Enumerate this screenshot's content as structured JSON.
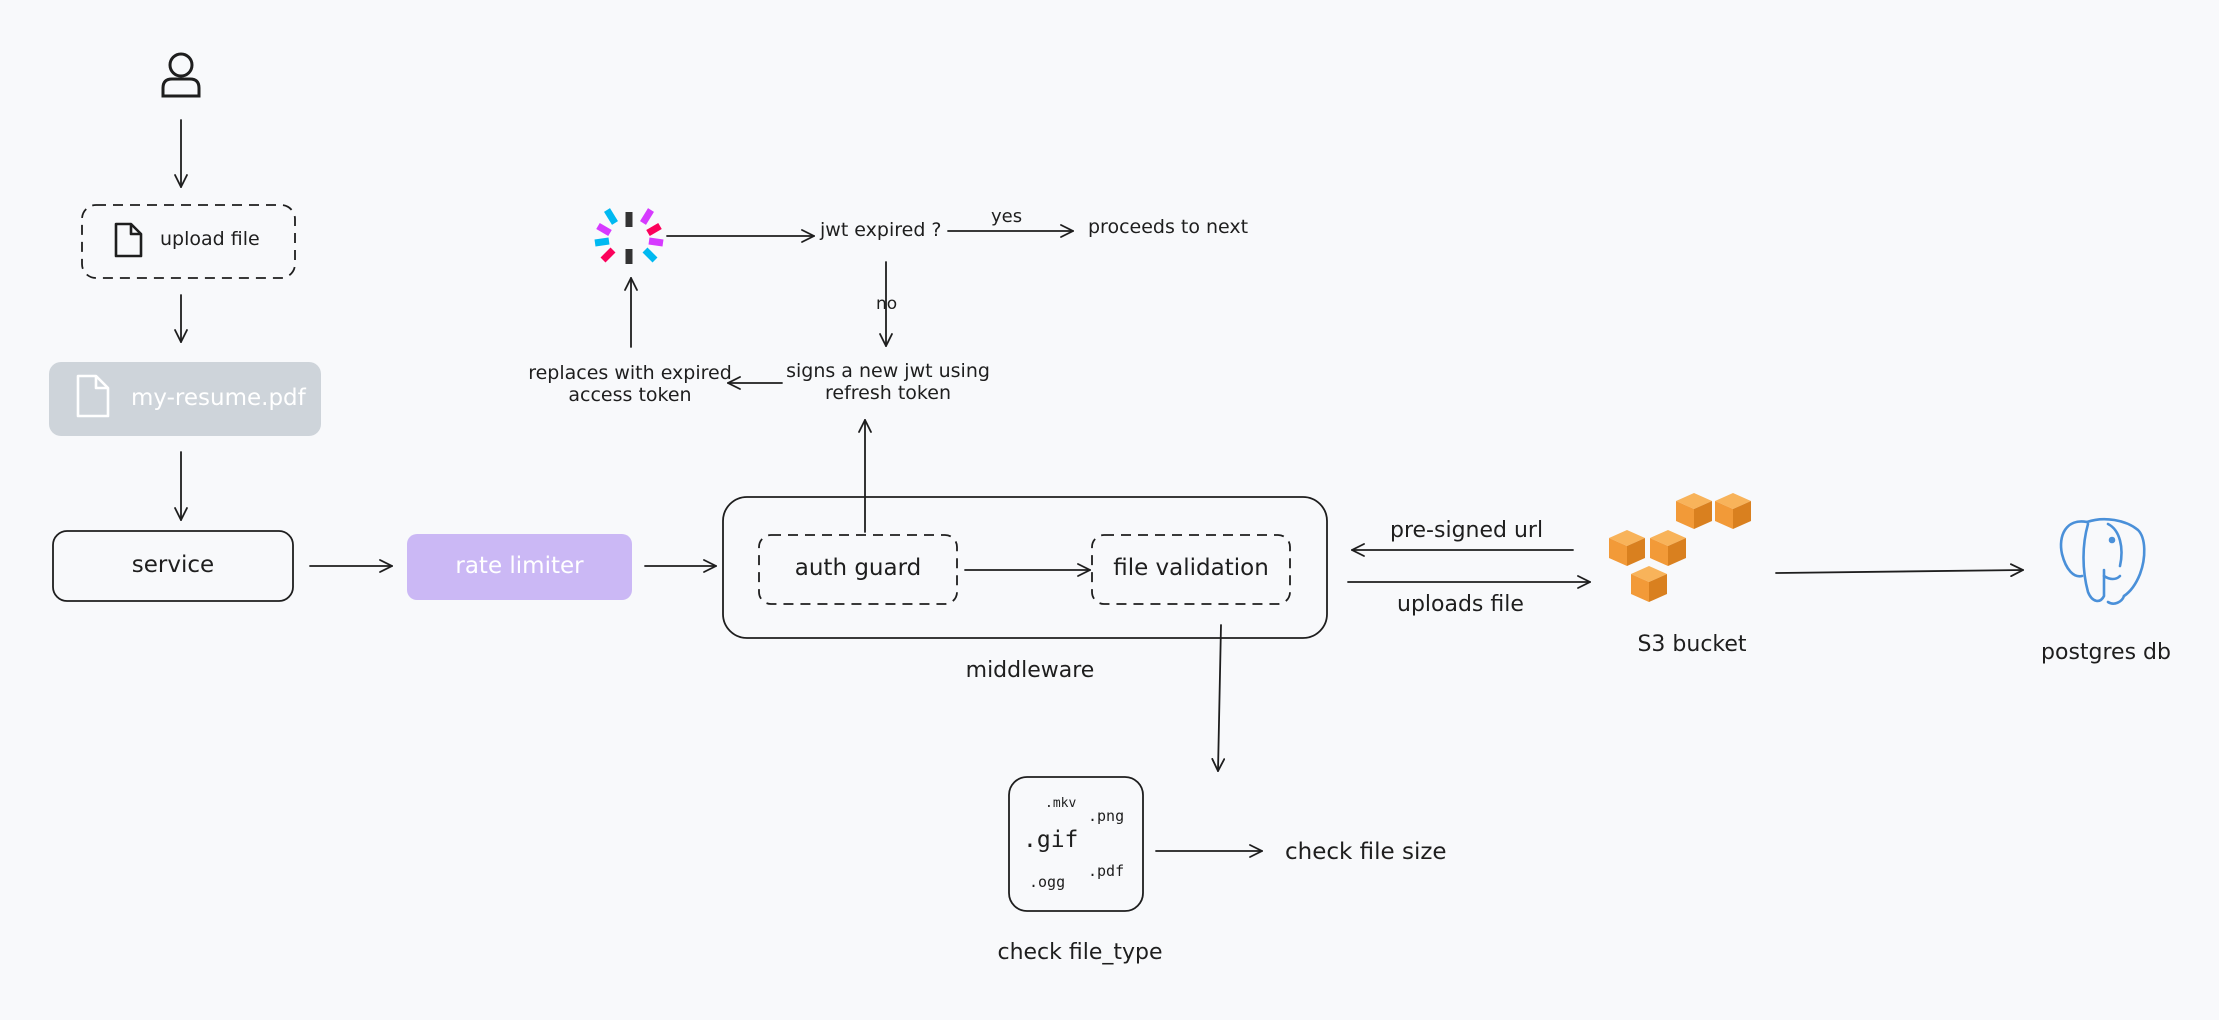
{
  "nodes": {
    "upload_file": "upload file",
    "resume_file": "my-resume.pdf",
    "service": "service",
    "rate_limiter": "rate limiter",
    "auth_guard": "auth guard",
    "file_validation": "file validation",
    "middleware": "middleware",
    "jwt_expired": "jwt expired ?",
    "proceeds": "proceeds to next",
    "signs_line1": "signs a new jwt using",
    "signs_line2": "refresh token",
    "replaces_line1": "replaces with expired",
    "replaces_line2": "access token",
    "s3_bucket": "S3 bucket",
    "postgres": "postgres db",
    "check_file_type": "check file_type",
    "check_file_size": "check file size"
  },
  "edges": {
    "yes": "yes",
    "no": "no",
    "pre_signed_url": "pre-signed url",
    "uploads_file": "uploads file"
  },
  "file_types": {
    "mkv": ".mkv",
    "png": ".png",
    "gif": ".gif",
    "ogg": ".ogg",
    "pdf": ".pdf"
  },
  "colors": {
    "rate_limiter_fill": "#cbb8f5",
    "resume_fill": "#ced4da",
    "aws_orange": "#f29a38",
    "postgres_blue": "#4a90d9",
    "stroke": "#1e1e1e"
  }
}
